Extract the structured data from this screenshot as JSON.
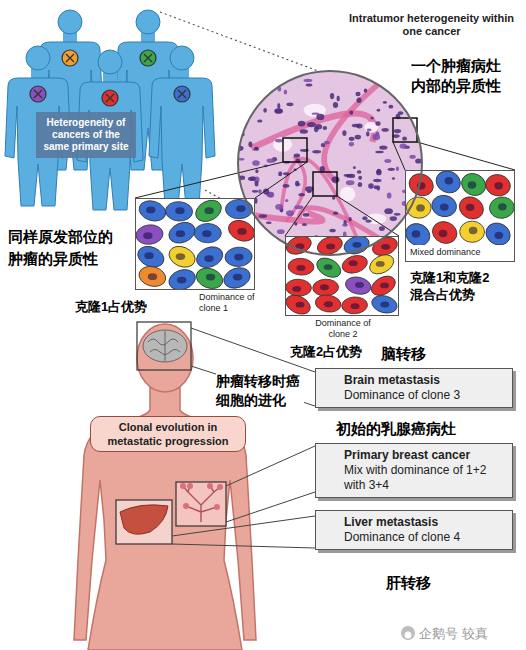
{
  "diagram": {
    "nodes": [
      {
        "text": [
          "Intratumor heterogeneity within one cancer",
          "一个肿瘤病灶内部的异质性"
        ]
      },
      {
        "text": [
          "Heterogeneity of cancers of the same primary site"
        ]
      },
      {
        "text": [
          "Dominance of clone 1",
          "克隆1占优势"
        ]
      },
      {
        "text": [
          "Dominance of clone 2",
          "克隆2占优势"
        ]
      },
      {
        "text": [
          "Mixed dominance",
          "克隆1和克隆2混合占优势"
        ]
      },
      {
        "text": [
          "Clonal evolution in metastatic progression"
        ]
      },
      {
        "text": [
          "脑转移",
          "Brain metastasis",
          "Dominance of clone 3"
        ]
      },
      {
        "text": [
          "初始的乳腺癌病灶",
          "Primary breast cancer",
          "Mix with dominance of 1+2 with 3+4"
        ]
      },
      {
        "text": [
          "Liver metastasis",
          "Dominance of clone 4",
          "肝转移"
        ]
      }
    ],
    "edges": [
      {
        "from": 0,
        "to": 2,
        "arrow": "none"
      },
      {
        "from": 0,
        "to": 3,
        "arrow": "none"
      },
      {
        "from": 0,
        "to": 4,
        "arrow": "none"
      }
    ],
    "labels": [
      "同样原发部位的肿瘤的异质性",
      "肿瘤转移时癌细胞的进化",
      "企鹅号 较真"
    ]
  }
}
